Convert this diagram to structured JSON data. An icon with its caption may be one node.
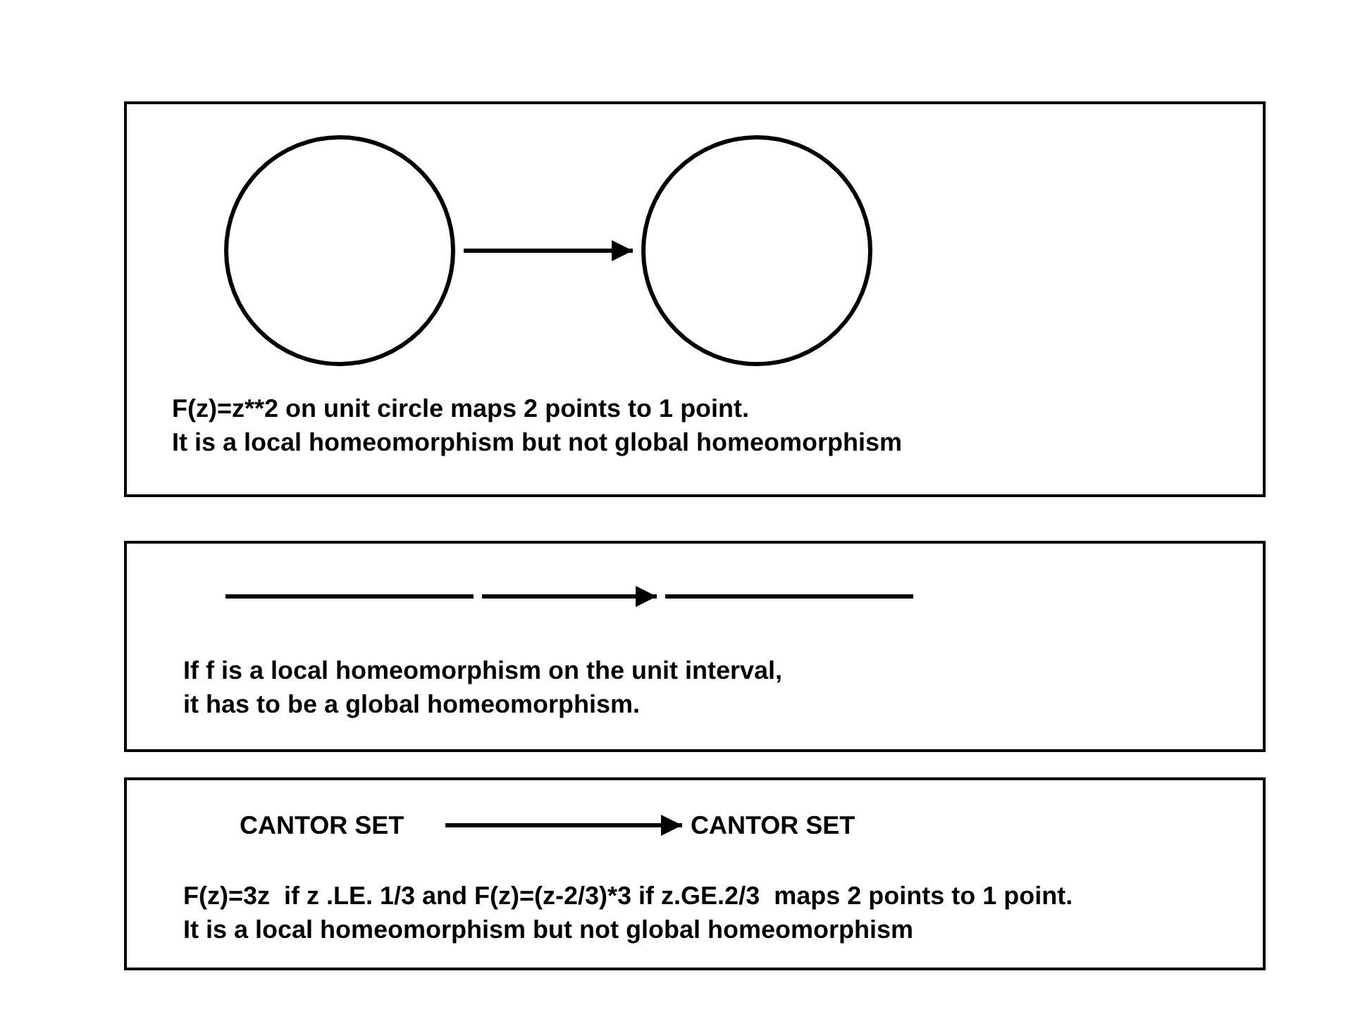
{
  "diagram": {
    "nodes": [
      {
        "text": [
          "F(z)=z**2 on unit circle maps 2 points to 1 point.",
          "It is a local homeomorphism but not global homeomorphism"
        ]
      },
      {
        "text": [],
        "shape": "circle",
        "in": 0
      },
      {
        "text": [],
        "shape": "circle",
        "in": 0
      },
      {
        "text": [
          "If f is a local homeomorphism on the unit interval, it has to be a global homeomorphism."
        ]
      },
      {
        "text": [],
        "shape": "bar",
        "in": 3
      },
      {
        "text": [],
        "shape": "bar",
        "in": 3
      },
      {
        "text": [
          "F(z)=3z  if z .LE. 1/3 and F(z)=(z-2/3)*3 if z.GE.2/3  maps 2 points to 1 point.",
          "It is a local homeomorphism but not global homeomorphism"
        ]
      },
      {
        "text": [
          "CANTOR SET"
        ],
        "in": 6
      },
      {
        "text": [
          "CANTOR SET"
        ],
        "in": 6
      }
    ],
    "edges": [
      {
        "from": 1,
        "to": 2,
        "arrow": "to"
      },
      {
        "from": 4,
        "to": 5,
        "arrow": "to"
      },
      {
        "from": 7,
        "to": 8,
        "arrow": "to"
      }
    ]
  }
}
